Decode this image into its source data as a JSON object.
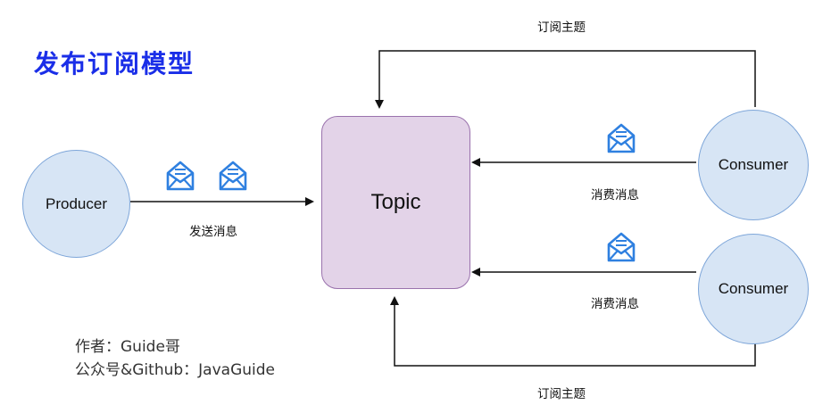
{
  "title": "发布订阅模型",
  "nodes": {
    "producer": "Producer",
    "topic": "Topic",
    "consumer_1": "Consumer",
    "consumer_2": "Consumer"
  },
  "edges": {
    "send": "发送消息",
    "consume_1": "消费消息",
    "consume_2": "消费消息",
    "subscribe_top": "订阅主题",
    "subscribe_bottom": "订阅主题"
  },
  "icons": {
    "message": "envelope-message-icon",
    "color": "#2f80e0"
  },
  "colors": {
    "title": "#1a2ee8",
    "circle_fill": "#d7e5f5",
    "circle_stroke": "#7ea6d9",
    "topic_fill": "#e3d3e8",
    "topic_stroke": "#9a72ad"
  },
  "credits": {
    "author": "作者：Guide哥",
    "account": "公众号&Github：JavaGuide"
  }
}
